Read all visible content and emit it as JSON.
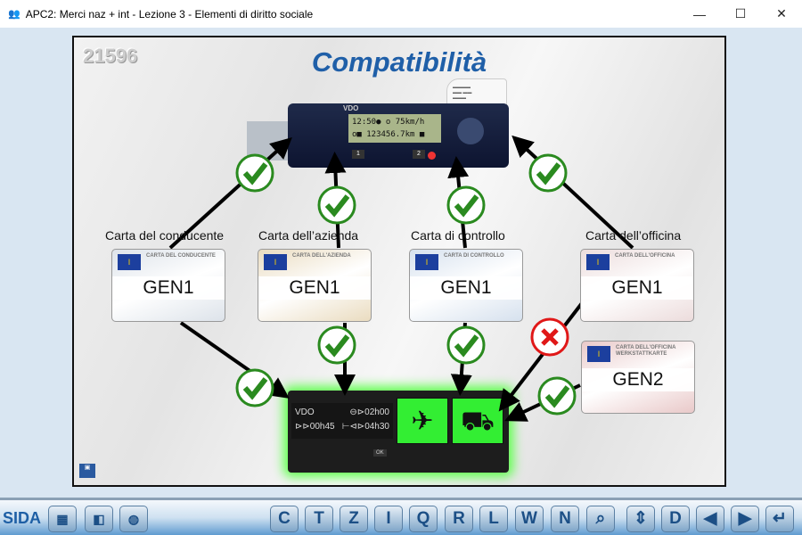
{
  "window": {
    "title": "APC2: Merci naz + int - Lezione 3 - Elementi di diritto sociale",
    "icon": "users-icon",
    "minimize": "—",
    "maximize": "☐",
    "close": "✕"
  },
  "slide": {
    "number": "21596",
    "title": "Compatibilità",
    "tacho_top": {
      "brand": "VDO",
      "line1": "12:50● o  75km/h",
      "line2": "o■ 123456.7km ■",
      "btn1": "1",
      "btn2": "2"
    },
    "tacho_bottom": {
      "brand": "VDO",
      "l1": "⊖⊳02h00",
      "l2": "⊳⊳00h45",
      "l3": "⊢⊲⊳04h30",
      "ok": "OK"
    },
    "cards": [
      {
        "label": "Carta del conducente",
        "header": "CARTA DEL CONDUCENTE",
        "gen": "GEN1",
        "bg": "#dde3ea"
      },
      {
        "label": "Carta dell’azienda",
        "header": "CARTA DELL'AZIENDA",
        "gen": "GEN1",
        "bg": "#eadcc0"
      },
      {
        "label": "Carta di controllo",
        "header": "CARTA DI CONTROLLO",
        "gen": "GEN1",
        "bg": "#d6e1ee"
      },
      {
        "label": "Carta dell’officina",
        "header": "CARTA DELL'OFFICINA",
        "gen": "GEN1",
        "bg": "#ecdcdc"
      },
      {
        "label": "",
        "header": "CARTA DELL'OFFICINA  WERKSTATTKARTE",
        "gen": "GEN2",
        "bg": "#e9c9c9"
      }
    ],
    "colors": {
      "check": "#2a8a1f",
      "cross": "#e01818",
      "title": "#1f5fa8"
    }
  },
  "toolbar": {
    "brand": "SIDA",
    "buttons": [
      "C",
      "T",
      "Z",
      "I",
      "Q",
      "R",
      "L",
      "W",
      "N",
      "⌕",
      "⇕",
      "D",
      "◀",
      "▶",
      "↵"
    ],
    "left_icons": [
      "qr-person-icon",
      "video-person-icon",
      "globe-icon"
    ]
  }
}
